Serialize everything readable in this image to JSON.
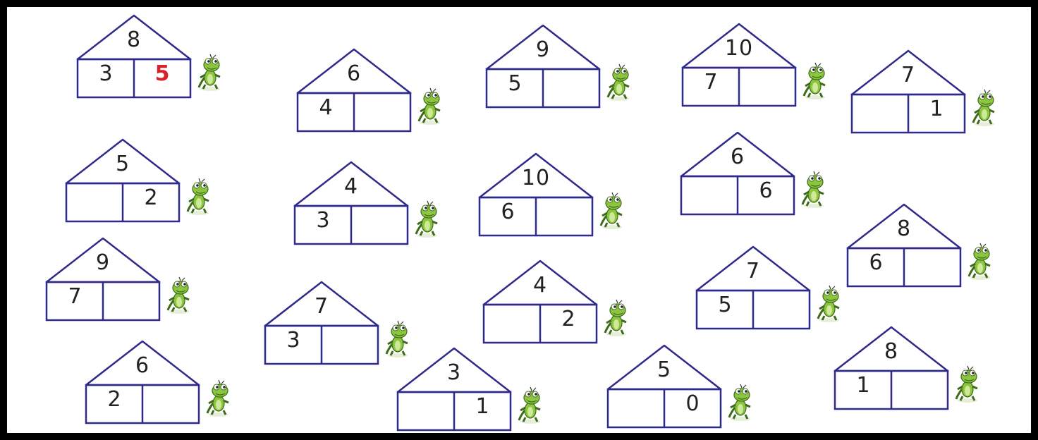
{
  "colors": {
    "house_line": "#2e2a8c",
    "answer_red": "#d8222b",
    "gecko_green": "#8cc63f",
    "gecko_dark": "#3d6b1a"
  },
  "icon": "gecko-icon",
  "houses": [
    {
      "top": "8",
      "left": "3",
      "right": "5",
      "right_style": "answer"
    },
    {
      "top": "6",
      "left": "4",
      "right": ""
    },
    {
      "top": "9",
      "left": "5",
      "right": ""
    },
    {
      "top": "10",
      "left": "7",
      "right": ""
    },
    {
      "top": "7",
      "left": "",
      "right": "1"
    },
    {
      "top": "5",
      "left": "",
      "right": "2"
    },
    {
      "top": "4",
      "left": "3",
      "right": ""
    },
    {
      "top": "10",
      "left": "6",
      "right": ""
    },
    {
      "top": "6",
      "left": "",
      "right": "6"
    },
    {
      "top": "8",
      "left": "6",
      "right": ""
    },
    {
      "top": "9",
      "left": "7",
      "right": ""
    },
    {
      "top": "7",
      "left": "3",
      "right": ""
    },
    {
      "top": "4",
      "left": "",
      "right": "2"
    },
    {
      "top": "7",
      "left": "5",
      "right": ""
    },
    {
      "top": "6",
      "left": "2",
      "right": ""
    },
    {
      "top": "3",
      "left": "",
      "right": "1"
    },
    {
      "top": "5",
      "left": "",
      "right": "0"
    },
    {
      "top": "8",
      "left": "1",
      "right": ""
    }
  ]
}
